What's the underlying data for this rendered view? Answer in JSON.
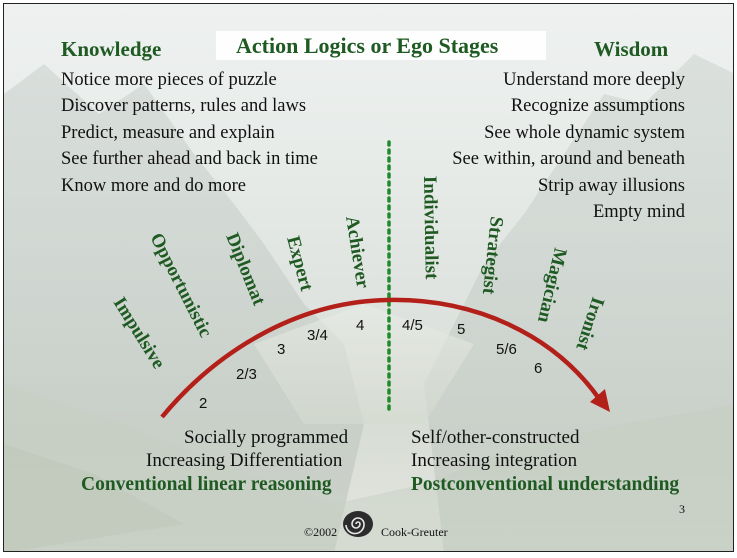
{
  "title": "Action Logics or Ego Stages",
  "knowledge": {
    "heading": "Knowledge",
    "items": [
      "Notice more pieces of puzzle",
      "Discover patterns, rules and laws",
      "Predict, measure and explain",
      "See further ahead and back in time",
      "Know more and do more"
    ]
  },
  "wisdom": {
    "heading": "Wisdom",
    "items": [
      "Understand more deeply",
      "Recognize assumptions",
      "See whole dynamic system",
      "See within, around and beneath",
      "Strip away illusions",
      "Empty mind"
    ]
  },
  "stages": [
    {
      "name": "Impulsive",
      "number": "2"
    },
    {
      "name": "Opportunistic",
      "number": "2/3"
    },
    {
      "name": "Diplomat",
      "number": "3"
    },
    {
      "name": "Expert",
      "number": "3/4"
    },
    {
      "name": "Achiever",
      "number": "4"
    },
    {
      "name": "Individualist",
      "number": "4/5"
    },
    {
      "name": "Strategist",
      "number": "5"
    },
    {
      "name": "Magician",
      "number": "5/6"
    },
    {
      "name": "Ironist",
      "number": "6"
    }
  ],
  "bottom_left": {
    "line1": "Socially programmed",
    "line2": "Increasing Differentiation",
    "emphasis": "Conventional linear reasoning"
  },
  "bottom_right": {
    "line1": "Self/other-constructed",
    "line2": "Increasing integration",
    "emphasis": "Postconventional understanding"
  },
  "footer": {
    "copyright": "©2002",
    "author": "Cook-Greuter",
    "logo": "spiral-shell-logo"
  },
  "page_number": "3",
  "colors": {
    "arc": "#b3201a",
    "green_text": "#1e5a22",
    "divider": "#1f8a2a"
  }
}
